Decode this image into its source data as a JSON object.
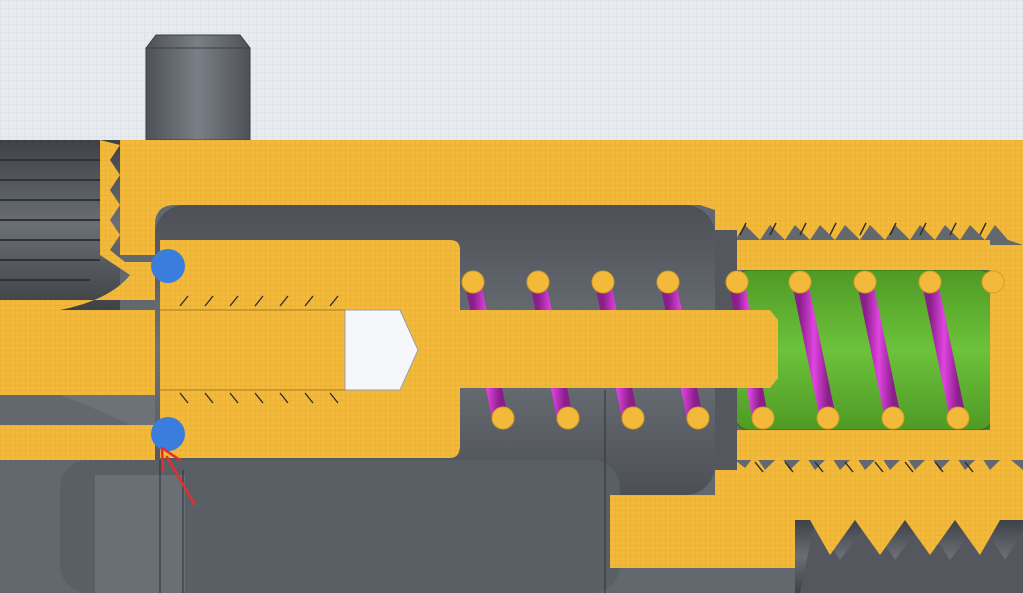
{
  "view": {
    "title": "",
    "background_color": "#e7eaee",
    "grid_color": "#cfd6df"
  },
  "colors": {
    "cut_section": "#f2b93a",
    "cut_section_hatch": "#d89e22",
    "body_dark": "#5d6168",
    "body_mid": "#777b82",
    "body_light": "#8e9299",
    "spring_wire": "#cc33cc",
    "spring_wire_cut": "#f2b93a",
    "piston": "#5fb32f",
    "bore_white": "#f5f7fa",
    "contact_point": "#3b7ddd",
    "annotation_arrow": "#e03030"
  },
  "components": {
    "housing": "housing-section",
    "inner_rod": "threaded-rod",
    "spring": "compression-spring",
    "piston": "spring-piston",
    "pin": "top-pin",
    "fitting": "threaded-fitting"
  },
  "markers": [
    {
      "name": "upper-contact-point",
      "color": "#3b7ddd"
    },
    {
      "name": "lower-contact-point",
      "color": "#3b7ddd"
    }
  ],
  "annotation": {
    "name": "indicator-arrow",
    "color": "#e03030"
  }
}
